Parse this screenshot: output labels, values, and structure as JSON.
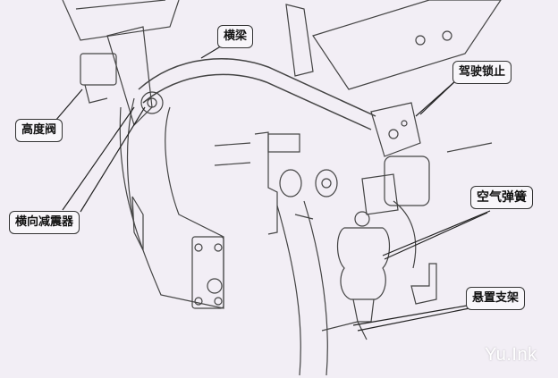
{
  "labels": {
    "crossbeam": "横梁",
    "cab_lock": "驾驶锁止",
    "height_valve": "高度阀",
    "air_spring": "空气弹簧",
    "lateral_damper": "横向减震器",
    "mount_bracket": "悬置支架"
  },
  "watermark": "Yu.Ink",
  "colors": {
    "background": "#f2eef5",
    "line": "#333333"
  }
}
